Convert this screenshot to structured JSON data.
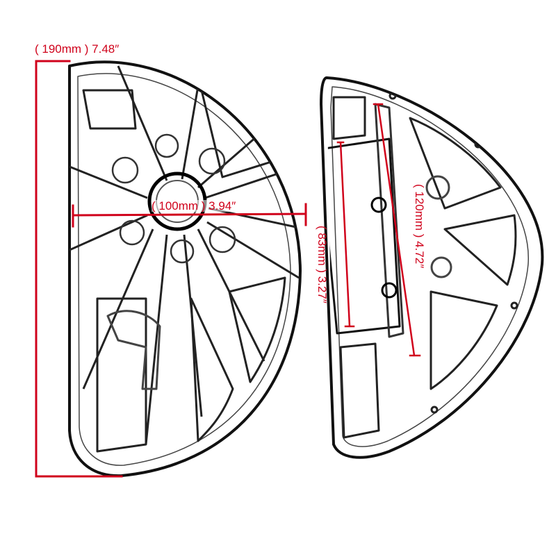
{
  "image": {
    "subject": "motorcycle floorboard pair, line-art product photo with dimension callouts",
    "background": "#ffffff",
    "line_color": "#111111",
    "accent_color": "#d0021b"
  },
  "dimensions": {
    "height_label": "( 190mm ) 7.48″",
    "width_label": "( 100mm ) 3.94″",
    "pad_label": "( 83mm ) 3.27″",
    "length_label": "( 120mm ) 4.72″"
  }
}
